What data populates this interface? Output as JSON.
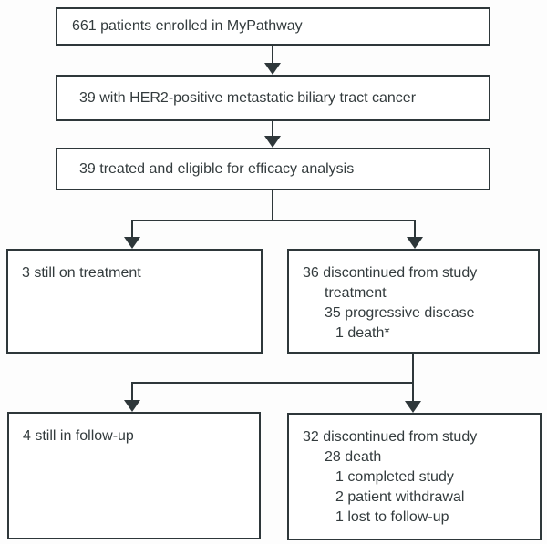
{
  "figure": {
    "type": "patient-flow-diagram",
    "boxes": {
      "enrolled": "661 patients enrolled in MyPathway",
      "her2_positive": "39 with HER2-positive metastatic biliary tract cancer",
      "treated_eligible": "39 treated and eligible for efficacy analysis",
      "still_on_treatment": "3 still on treatment",
      "discontinued_treatment": {
        "lines": [
          "36 discontinued from study",
          "treatment",
          "35 progressive disease",
          "1 death*"
        ]
      },
      "still_in_followup": "4 still in follow-up",
      "discontinued_study": {
        "lines": [
          "32 discontinued from study",
          "28 death",
          "1 completed study",
          "2 patient withdrawal",
          "1 lost to follow-up"
        ]
      }
    },
    "colors": {
      "line": "#2e373a",
      "text": "#333b3d",
      "box_background": "#ffffff",
      "page_background": "#fdfdfd"
    }
  }
}
